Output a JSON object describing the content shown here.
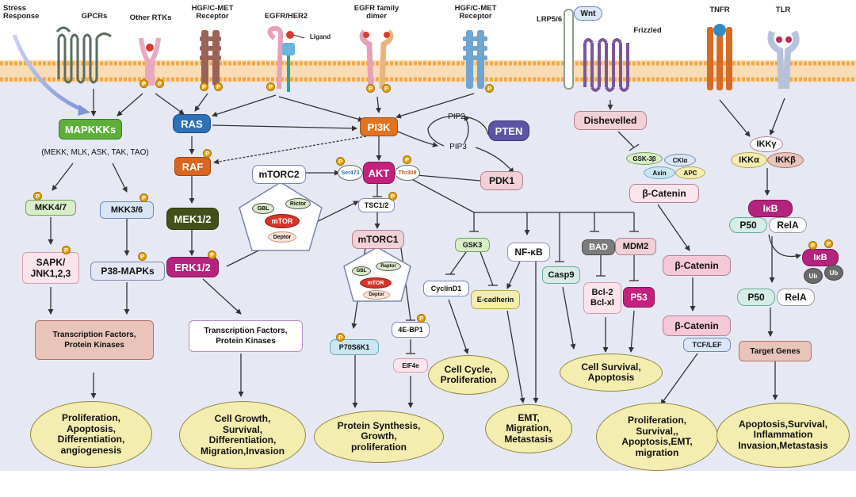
{
  "receptors": {
    "stress": "Stress\nResponse",
    "gpcrs": "GPCRs",
    "other_rtks": "Other RTKs",
    "hgf1": "HGF/C-MET\nReceptor",
    "egfr": "EGFR/HER2",
    "ligand": "Ligand",
    "egfr_dimer": "EGFR family\ndimer",
    "hgf2": "HGF/C-MET\nReceptor",
    "lrp": "LRP5/6",
    "wnt": "Wnt",
    "frizzled": "Frizzled",
    "tnfr": "TNFR",
    "tlr": "TLR"
  },
  "nodes": {
    "mapkkks": "MAPKKKs",
    "mapkkk_list": "(MEKK, MLK, ASK, TAK, TAO)",
    "mkk47": "MKK4/7",
    "mkk36": "MKK3/6",
    "sapk": "SAPK/\nJNK1,2,3",
    "p38": "P38-MAPKs",
    "tf1": "Transcription Factors,\nProtein Kinases",
    "ras": "RAS",
    "raf": "RAF",
    "mek": "MEK1/2",
    "erk": "ERK1/2",
    "tf2": "Transcription Factors,\nProtein Kinases",
    "pi3k": "PI3K",
    "pip2": "PIP2",
    "pip3": "PIP3",
    "pten": "PTEN",
    "pdk1": "PDK1",
    "akt": "AKT",
    "ser473": "Ser473",
    "thr308": "Thr308",
    "mtorc2": "mTORC2",
    "gbl": "GBL",
    "rictor": "Rictor",
    "mtor": "mTOR",
    "deptor": "Deptor",
    "tsc": "TSC1/2",
    "mtorc1": "mTORC1",
    "raptor": "Raptor",
    "p70": "P70S6K1",
    "ebp1": "4E-BP1",
    "eif4e": "EIF4e",
    "gsk3": "GSK3",
    "cyclind1": "CyclinD1",
    "ecad": "E-cadherin",
    "nfkb": "NF-κB",
    "casp9": "Casp9",
    "bad": "BAD",
    "mdm2": "MDM2",
    "bcl": "Bcl-2\nBcl-xl",
    "p53": "P53",
    "dishevelled": "Dishevelled",
    "gsk3b": "GSK-3β",
    "ckla": "CKlα",
    "axin": "Axin",
    "apc": "APC",
    "bcat1": "β-Catenin",
    "bcat2": "β-Catenin",
    "bcat3": "β-Catenin",
    "tcf": "TCF/LEF",
    "ikkg": "IKKγ",
    "ikka": "IKKα",
    "ikkb": "IKKβ",
    "ikb1": "IκB",
    "p50a": "P50",
    "rela1": "RelA",
    "ikb2": "IκB",
    "ub1": "Ub",
    "ub2": "Ub",
    "p50b": "P50",
    "rela2": "RelA",
    "target": "Target Genes",
    "phospho": "P"
  },
  "outcomes": {
    "o1": "Proliferation,\nApoptosis,\nDifferentiation,\nangiogenesis",
    "o2": "Cell Growth,\nSurvival,\nDifferentiation,\nMigration,Invasion",
    "o3": "Protein Synthesis,\nGrowth,\nproliferation",
    "o4": "Cell Cycle,\nProliferation",
    "o5": "EMT,\nMigration,\nMetastasis",
    "o6": "Cell Survival,\nApoptosis",
    "o7": "Proliferation,\nSurvival,,\nApoptosis,EMT,\nmigration",
    "o8": "Apoptosis,Survival,\nInflammation\nInvasion,Metastasis"
  },
  "colors": {
    "membrane": "#f3b15a",
    "cytoplasm": "#e4e8f4",
    "green": "#5cb03a",
    "ras_blue": "#2d72b7",
    "pi3k_orange": "#e27321",
    "raf_orange": "#d9651e",
    "mek_olive": "#435019",
    "erk_magenta": "#b4237e",
    "pten_purple": "#5c54a4",
    "akt_magenta": "#c4207d",
    "outcome_yellow": "#f4edb0",
    "phospho_gold": "#e2a20e"
  }
}
